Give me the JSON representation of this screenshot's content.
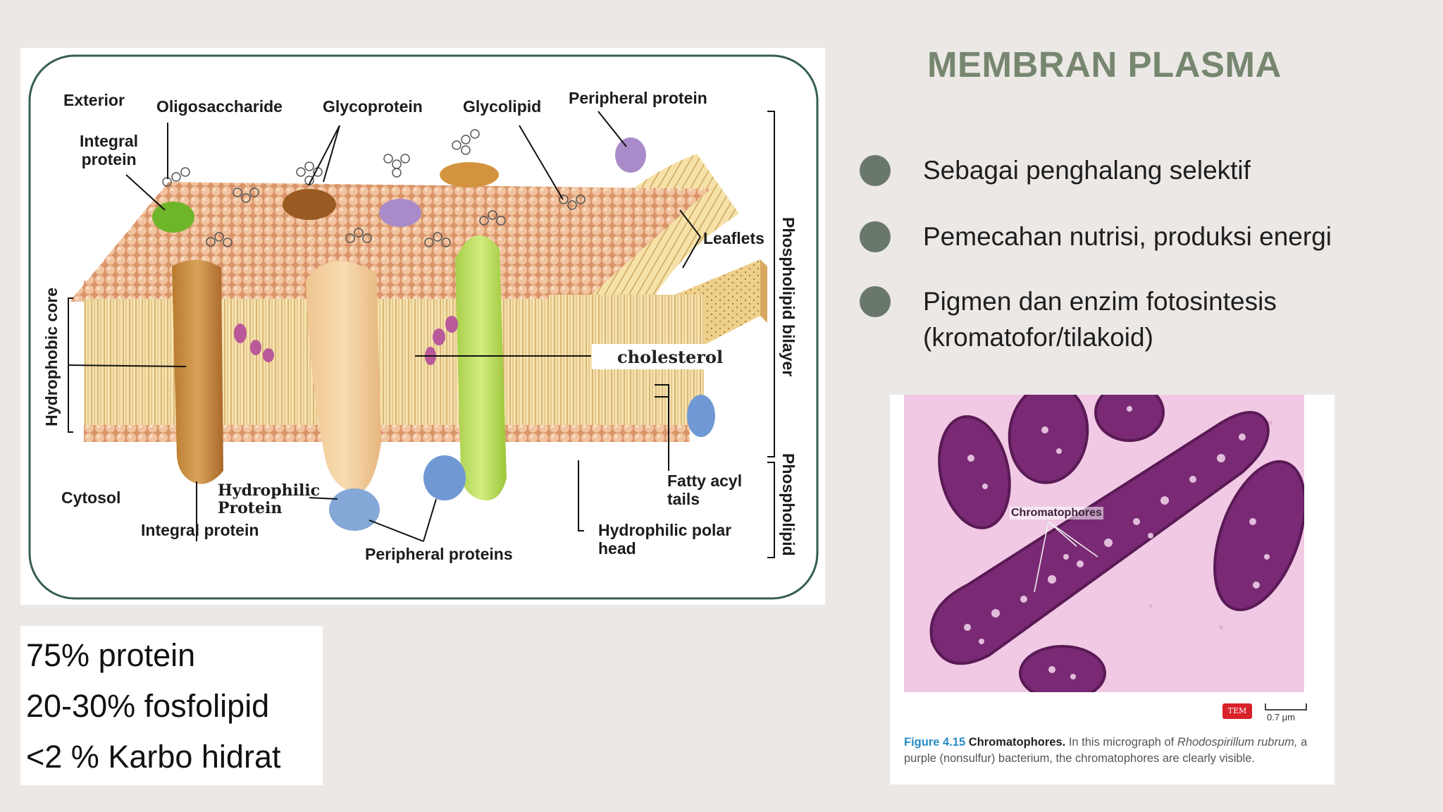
{
  "title": "MEMBRAN PLASMA",
  "bullets": [
    {
      "lines": [
        "Sebagai penghalang selektif"
      ]
    },
    {
      "lines": [
        "Pemecahan nutrisi, produksi energi"
      ]
    },
    {
      "lines": [
        "Pigmen dan enzim fotosintesis",
        "(kromatofor/tilakoid)"
      ]
    }
  ],
  "composition": [
    "75% protein",
    "20-30% fosfolipid",
    "<2 % Karbo hidrat"
  ],
  "diagram": {
    "labels": {
      "exterior": "Exterior",
      "oligosaccharide": "Oligosaccharide",
      "glycoprotein": "Glycoprotein",
      "glycolipid": "Glycolipid",
      "peripheral_protein": "Peripheral protein",
      "integral_protein_top_1": "Integral",
      "integral_protein_top_2": "protein",
      "leaflets": "Leaflets",
      "hydrophobic_core": "Hydrophobic core",
      "phospholipid_bilayer": "Phospholipid  bilayer",
      "phospholipid": "Phospholipid",
      "cholesterol": "cholesterol",
      "cytosol": "Cytosol",
      "hydrophilic_protein_1": "Hydrophilic",
      "hydrophilic_protein_2": "Protein",
      "integral_protein_bottom": "Integral protein",
      "peripheral_proteins": "Peripheral proteins",
      "fatty_acyl_tails_1": "Fatty acyl",
      "fatty_acyl_tails_2": "tails",
      "hydrophilic_polar_head_1": "Hydrophilic polar",
      "hydrophilic_polar_head_2": "head"
    }
  },
  "micrograph": {
    "label": "Chromatophores",
    "badge": "TEM",
    "scale": "0.7 μm",
    "caption": {
      "figure_number": "Figure 4.15",
      "figure_title": "Chromatophores.",
      "text_1": "In this micrograph of",
      "species": "Rhodospirillum rubrum,",
      "text_2": "a purple (nonsulfur) bacterium, the chromatophores are clearly visible."
    }
  },
  "colors": {
    "title": "#76866f",
    "bullet_dot": "#69786a",
    "background": "#ebe8e6",
    "diagram_border": "#355e52",
    "phospholipid_head": "#e8b48a",
    "phospholipid_tail": "#f3d79a",
    "micrograph_bg": "#f1c9e4",
    "bacterium": "#7a2a74"
  }
}
